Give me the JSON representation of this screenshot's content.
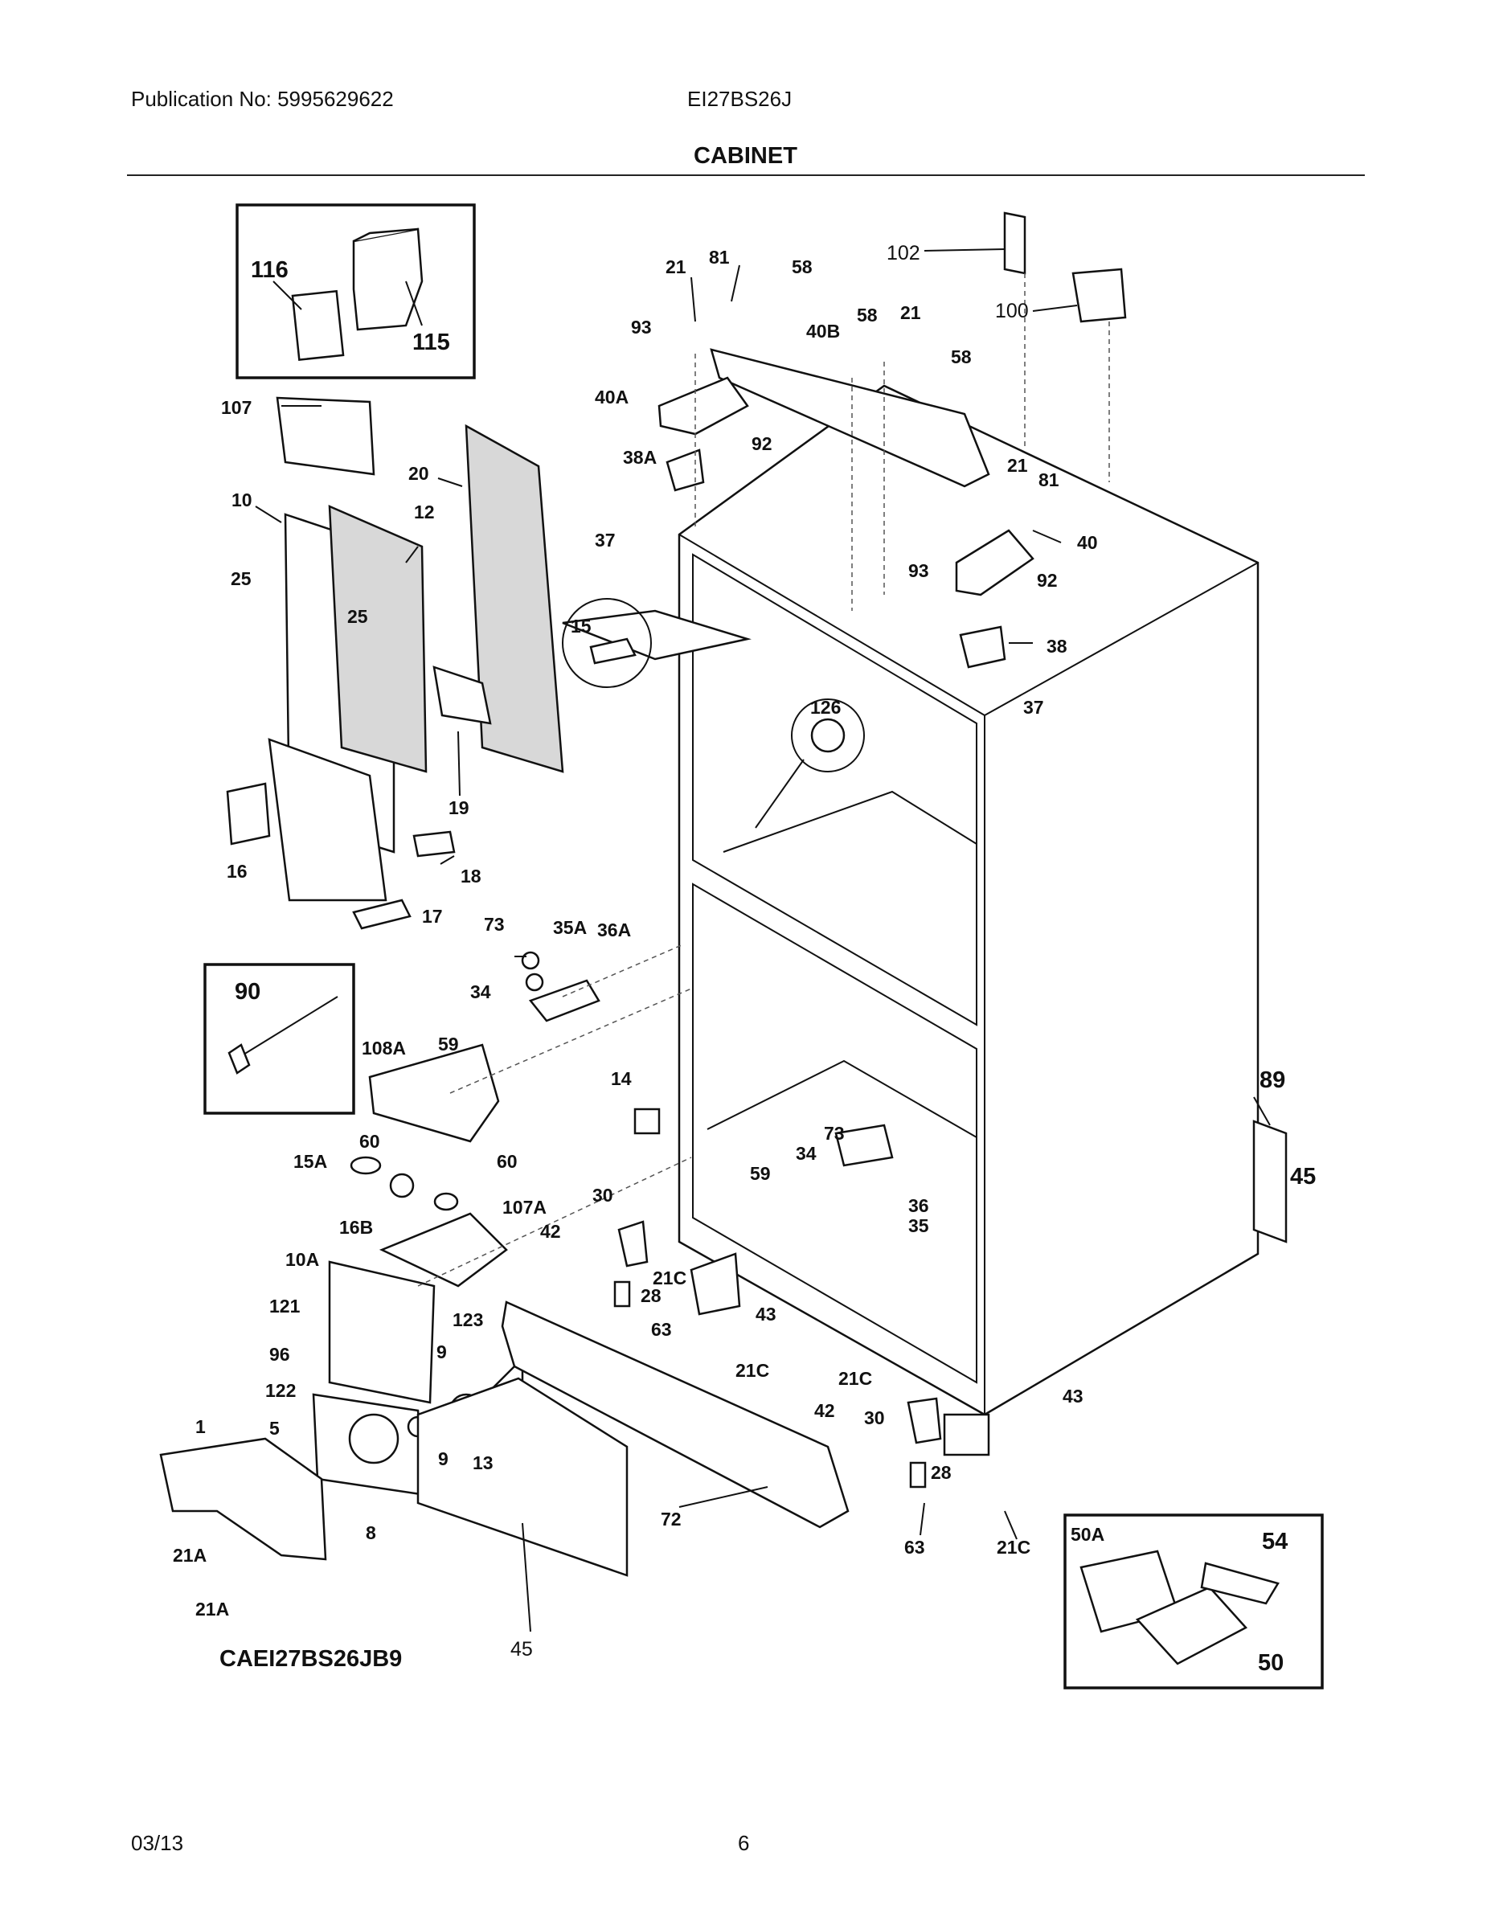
{
  "header": {
    "publication": "Publication No: 5995629622",
    "model": "EI27BS26J",
    "section_title": "CABINET"
  },
  "diagram": {
    "code": "CAEI27BS26JB9",
    "labels": {
      "l116": "116",
      "l115": "115",
      "l107": "107",
      "l20": "20",
      "l10": "10",
      "l12": "12",
      "l25a": "25",
      "l25b": "25",
      "l19": "19",
      "l16": "16",
      "l18": "18",
      "l17": "17",
      "l21a": "21",
      "l81a": "81",
      "l58a": "58",
      "l102": "102",
      "l100": "100",
      "l93a": "93",
      "l40b": "40B",
      "l58b": "58",
      "l21b": "21",
      "l58c": "58",
      "l40a": "40A",
      "l92a": "92",
      "l38a": "38A",
      "l37a": "37",
      "l21c": "21",
      "l81b": "81",
      "l40": "40",
      "l93b": "93",
      "l92b": "92",
      "l38": "38",
      "l15": "15",
      "l126": "126",
      "l37b": "37",
      "l90": "90",
      "l73a": "73",
      "l35a": "35A",
      "l36a": "36A",
      "l34a": "34",
      "l108a": "108A",
      "l59a": "59",
      "l14": "14",
      "l60a": "60",
      "l15a": "15A",
      "l60b": "60",
      "l16b": "16B",
      "l107a": "107A",
      "l30a": "30",
      "l42a": "42",
      "l73b": "73",
      "l34b": "34",
      "l59b": "59",
      "l36": "36",
      "l35": "35",
      "l89": "89",
      "l45a": "45",
      "l10a": "10A",
      "l121": "121",
      "l123": "123",
      "l96": "96",
      "l9a": "9",
      "l122": "122",
      "l9b": "9",
      "l13": "13",
      "l1": "1",
      "l5": "5",
      "l8": "8",
      "l21A1": "21A",
      "l21A2": "21A",
      "l28a": "28",
      "l21ca": "21C",
      "l63a": "63",
      "l43a": "43",
      "l21cb": "21C",
      "l72": "72",
      "l21cc": "21C",
      "l42b": "42",
      "l30b": "30",
      "l43b": "43",
      "l28b": "28",
      "l63b": "63",
      "l21cd": "21C",
      "l50a": "50A",
      "l54": "54",
      "l50": "50",
      "l45b": "45"
    }
  },
  "footer": {
    "date": "03/13",
    "page": "6"
  }
}
